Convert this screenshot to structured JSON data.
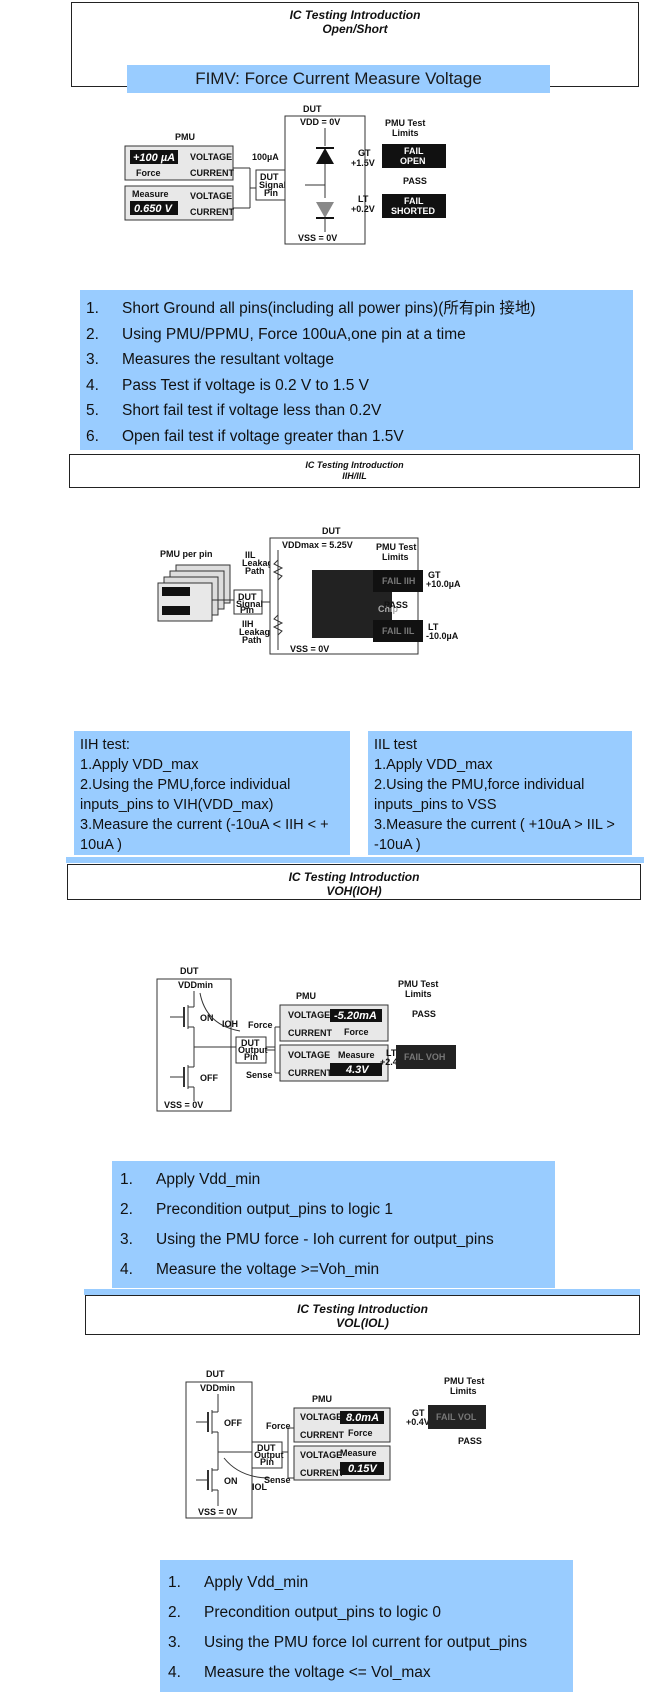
{
  "sections": [
    {
      "title_line1": "IC Testing Introduction",
      "title_line2": "Open/Short",
      "banner": "FIMV: Force Current Measure Voltage",
      "diagram": {
        "pmu": "PMU",
        "force_value": "+100 µA",
        "force": "Force",
        "measure": "Measure",
        "measure_value": "0.650 V",
        "voltage": "VOLTAGE",
        "current": "CURRENT",
        "current_label": "100µA",
        "dut": "DUT",
        "vdd": "VDD = 0V",
        "vss": "VSS = 0V",
        "signal_pin": "DUT Signal Pin",
        "limits": "PMU Test Limits",
        "gt": "GT",
        "gt_val": "+1.5V",
        "fail_open": "FAIL OPEN",
        "pass": "PASS",
        "lt": "LT",
        "lt_val": "+0.2V",
        "fail_shorted": "FAIL SHORTED"
      },
      "steps": [
        {
          "n": "1.",
          "t": "Short Ground all pins(including all power pins)(所有pin 接地)"
        },
        {
          "n": "2.",
          "t": "Using PMU/PPMU, Force 100uA,one pin at a time"
        },
        {
          "n": "3.",
          "t": "Measures the resultant voltage"
        },
        {
          "n": "4.",
          "t": "Pass Test if voltage is 0.2 V to 1.5 V"
        },
        {
          "n": "5.",
          "t": "Short fail test if voltage less than 0.2V"
        },
        {
          "n": "6.",
          "t": "Open fail test if voltage greater than 1.5V"
        }
      ]
    },
    {
      "title_line1": "IC Testing Introduction",
      "title_line2": "IIH/IIL",
      "diagram": {
        "pmu": "PMU per pin",
        "dut": "DUT",
        "vdd": "VDDmax = 5.25V",
        "vss": "VSS = 0V",
        "iil_path": "IIL Leakage Path",
        "iih_path": "IIH Leakage Path",
        "signal_pin": "DUT Signal Pin",
        "limits": "PMU Test Limits",
        "fail_iil": "FAIL IIH",
        "gt": "GT",
        "gt_val": "+10.0µA",
        "pass": "PASS",
        "fail_iih": "FAIL IIL",
        "lt": "LT",
        "lt_val": "-10.0µA"
      },
      "iih": {
        "heading": "IIH test:",
        "l1": "1.Apply VDD_max",
        "l2": "2.Using the PMU,force individual inputs_pins to VIH(VDD_max)",
        "l3": "3.Measure the current (-10uA < IIH < + 10uA )"
      },
      "iil": {
        "heading": "IIL test",
        "l1": "1.Apply VDD_max",
        "l2": "2.Using the PMU,force individual inputs_pins to VSS",
        "l3": "3.Measure the current ( +10uA > IIL > -10uA )"
      }
    },
    {
      "title_line1": "IC Testing Introduction",
      "title_line2": "VOH(IOH)",
      "diagram": {
        "dut": "DUT",
        "vdd": "VDDmin",
        "on": "ON",
        "off": "OFF",
        "ioh": "IOH",
        "vss": "VSS = 0V",
        "output_pin": "DUT Output Pin",
        "pmu": "PMU",
        "force": "Force",
        "sense": "Sense",
        "voltage": "VOLTAGE",
        "current": "CURRENT",
        "force_value": "-5.20mA",
        "force_label": "Force",
        "measure_label": "Measure",
        "measure_value": "4.3V",
        "limits": "PMU Test Limits",
        "pass": "PASS",
        "lt": "LT",
        "lt_val": "+2.4V",
        "fail": "FAIL VOH"
      },
      "steps": [
        {
          "n": "1.",
          "t": "Apply Vdd_min"
        },
        {
          "n": "2.",
          "t": "Precondition output_pins to logic 1"
        },
        {
          "n": "3.",
          "t": "Using the PMU force - Ioh current for output_pins"
        },
        {
          "n": "4.",
          "t": "Measure the voltage >=Voh_min"
        }
      ]
    },
    {
      "title_line1": "IC Testing Introduction",
      "title_line2": "VOL(IOL)",
      "diagram": {
        "dut": "DUT",
        "vdd": "VDDmin",
        "off": "OFF",
        "on": "ON",
        "iol": "IOL",
        "vss": "VSS = 0V",
        "output_pin": "DUT Output Pin",
        "pmu": "PMU",
        "force": "Force",
        "sense": "Sense",
        "voltage": "VOLTAGE",
        "current": "CURRENT",
        "force_value": "8.0mA",
        "force_label": "Force",
        "measure_label": "Measure",
        "measure_value": "0.15V",
        "limits": "PMU Test Limits",
        "gt": "GT",
        "gt_val": "+0.4V",
        "fail": "FAIL VOL",
        "pass": "PASS"
      },
      "steps": [
        {
          "n": "1.",
          "t": "Apply Vdd_min"
        },
        {
          "n": "2.",
          "t": "Precondition output_pins to logic 0"
        },
        {
          "n": "3.",
          "t": "Using the PMU force Iol current for output_pins"
        },
        {
          "n": "4.",
          "t": "Measure the voltage <= Vol_max"
        }
      ]
    }
  ]
}
